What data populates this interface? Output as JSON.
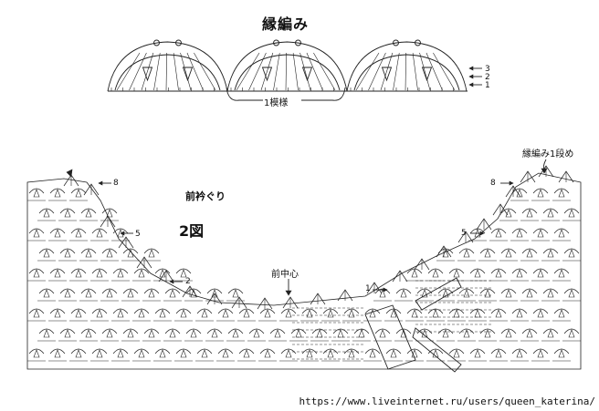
{
  "top_chart": {
    "title": "縁編み",
    "repeat_label": "1模様",
    "row_labels": [
      "3",
      "2",
      "1"
    ]
  },
  "main_chart": {
    "section_label": "前衿ぐり",
    "figure_label": "2図",
    "center_label": "前中心",
    "border_row1_label": "縁編み1段め",
    "row_labels_left": [
      "8",
      "5",
      "2"
    ],
    "row_labels_right": [
      "8",
      "5",
      "1"
    ]
  },
  "watermark": {
    "url": "https://www.liveinternet.ru/users/queen_katerina/"
  }
}
